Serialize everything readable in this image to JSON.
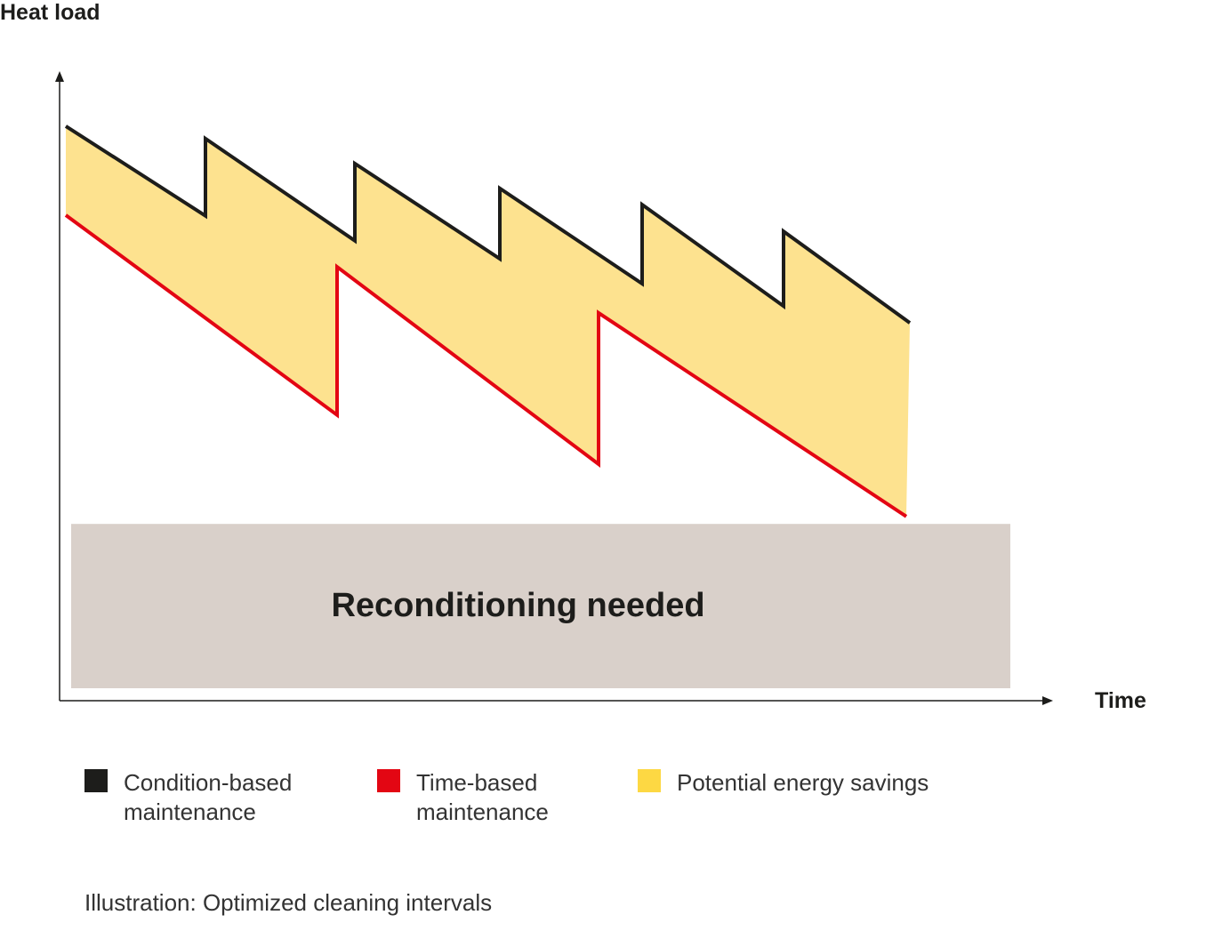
{
  "chart_data": {
    "type": "line",
    "title": "",
    "xlabel": "Time",
    "ylabel": "Heat load",
    "xlim": [
      0,
      111.6
    ],
    "ylim": [
      0,
      100
    ],
    "grid": false,
    "legend_placement": "bottom",
    "series": [
      {
        "name": "Condition-based maintenance",
        "color": "#1d1d1b",
        "points": [
          [
            0.7,
            92.3
          ],
          [
            16.4,
            77.9
          ],
          [
            16.4,
            90.3
          ],
          [
            33.2,
            73.9
          ],
          [
            33.2,
            86.3
          ],
          [
            49.5,
            71.0
          ],
          [
            49.5,
            82.3
          ],
          [
            65.5,
            67.0
          ],
          [
            65.5,
            79.7
          ],
          [
            81.4,
            63.4
          ],
          [
            81.4,
            75.4
          ],
          [
            95.6,
            60.7
          ]
        ]
      },
      {
        "name": "Time-based maintenance",
        "color": "#e30613",
        "points": [
          [
            0.7,
            78.0
          ],
          [
            31.2,
            45.9
          ],
          [
            31.2,
            69.7
          ],
          [
            60.6,
            38.0
          ],
          [
            60.6,
            62.3
          ],
          [
            95.2,
            29.6
          ]
        ]
      }
    ],
    "area": {
      "name": "Potential energy savings",
      "color": "#fde28f",
      "legend_color": "#fdd843"
    },
    "zone": {
      "label": "Reconditioning needed",
      "color": "#d9d0ca",
      "x_range": [
        1.3,
        106.9
      ],
      "y_range": [
        2.0,
        28.4
      ]
    }
  },
  "legend": [
    {
      "line1": "Condition-based",
      "line2": "maintenance",
      "color": "#1d1d1b"
    },
    {
      "line1": "Time-based",
      "line2": "maintenance",
      "color": "#e30613"
    },
    {
      "line1": "Potential energy savings",
      "line2": "",
      "color": "#fdd843"
    }
  ],
  "caption": "Illustration: Optimized cleaning intervals"
}
